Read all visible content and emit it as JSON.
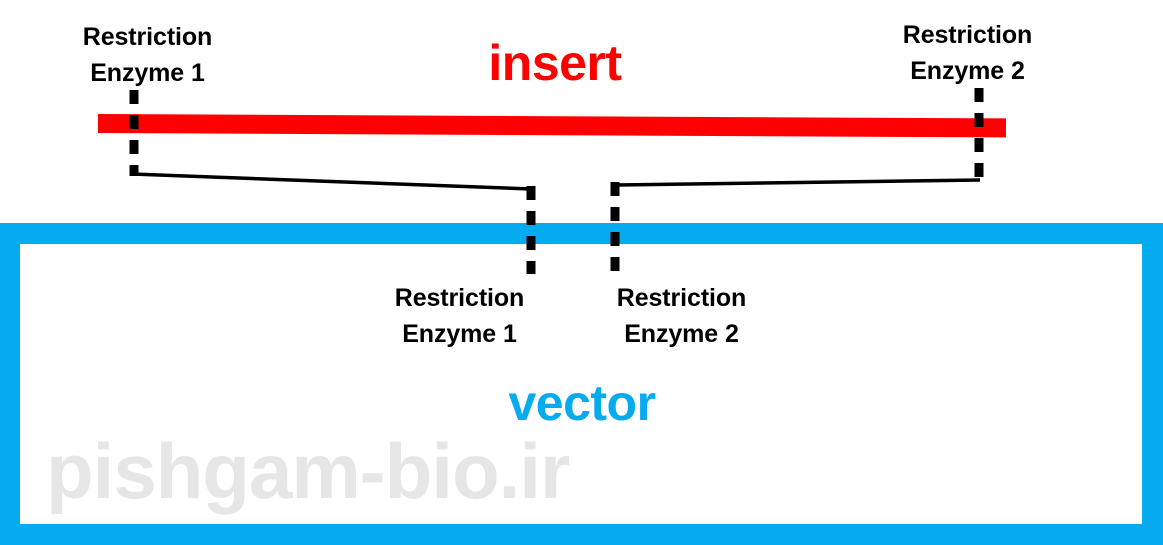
{
  "diagram": {
    "title_insert": "insert",
    "title_vector": "vector",
    "watermark": "pishgam-bio.ir",
    "colors": {
      "insert": "#FF0000",
      "vector": "#04ABEE",
      "cut_line": "#000000",
      "watermark": "#E6E6E6",
      "background": "#FFFFFF"
    },
    "labels": {
      "insert_enzyme_1": "Restriction\nEnzyme 1",
      "insert_enzyme_2": "Restriction\nEnzyme 2",
      "vector_enzyme_1": "Restriction\nEnzyme 1",
      "vector_enzyme_2": "Restriction\nEnzyme 2"
    },
    "elements": {
      "insert_bar_name": "insert-dna-bar",
      "vector_box_name": "vector-backbone-box",
      "cut_site_insert_1": "insert-cut-site-1",
      "cut_site_insert_2": "insert-cut-site-2",
      "cut_site_vector_1": "vector-cut-site-1",
      "cut_site_vector_2": "vector-cut-site-2",
      "connector_left": "ligation-connector-left",
      "connector_right": "ligation-connector-right"
    }
  }
}
